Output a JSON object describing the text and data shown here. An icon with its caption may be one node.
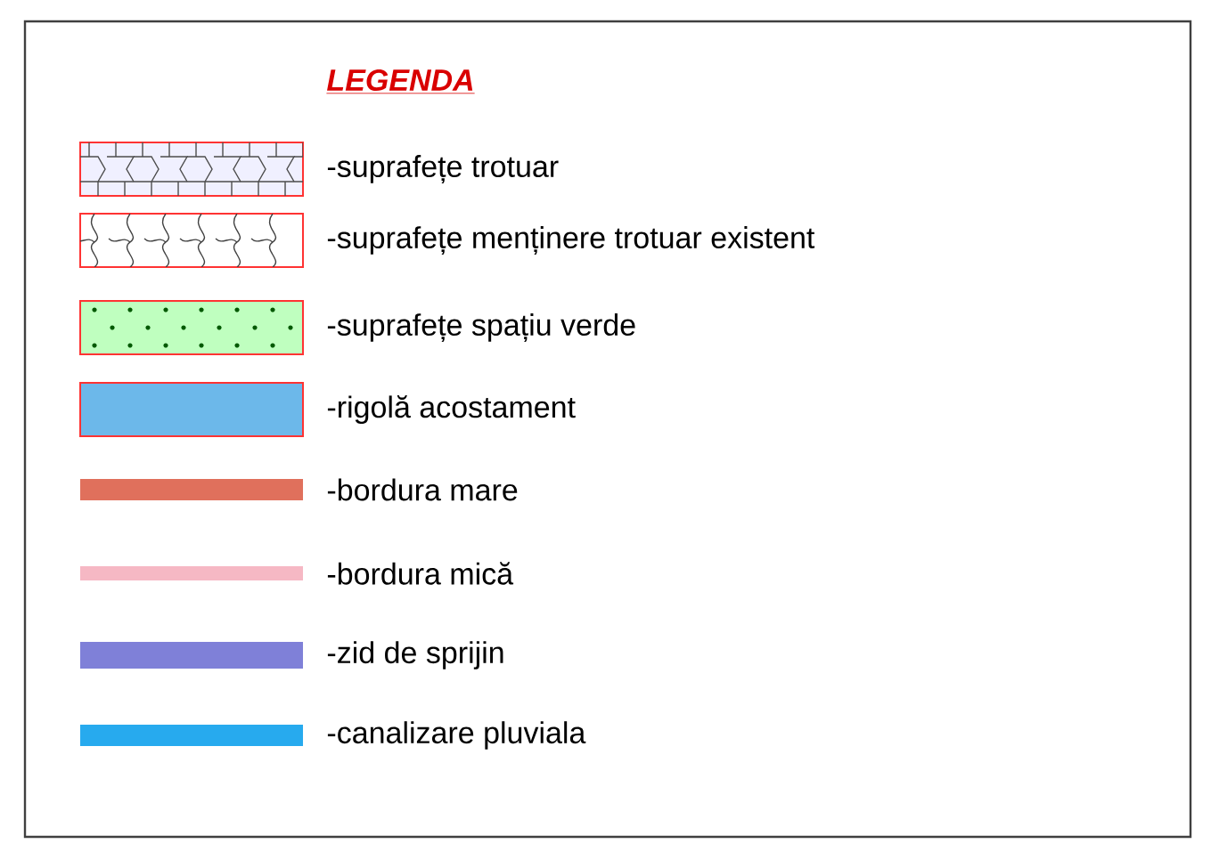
{
  "diagram": {
    "title": "LEGENDA",
    "legend": [
      {
        "text": "-suprafețe trotuar"
      },
      {
        "text": "-suprafețe menținere trotuar existent"
      },
      {
        "text": "-suprafețe spațiu verde"
      },
      {
        "text": "-rigolă acostament",
        "color": "#6cb8ea"
      },
      {
        "text": "-bordura mare",
        "color": "#e0705c"
      },
      {
        "text": "-bordura mică",
        "color": "#f6b8c4"
      },
      {
        "text": "-zid de sprijin",
        "color": "#7f80d8"
      },
      {
        "text": "-canalizare pluviala",
        "color": "#27aaee"
      }
    ]
  }
}
